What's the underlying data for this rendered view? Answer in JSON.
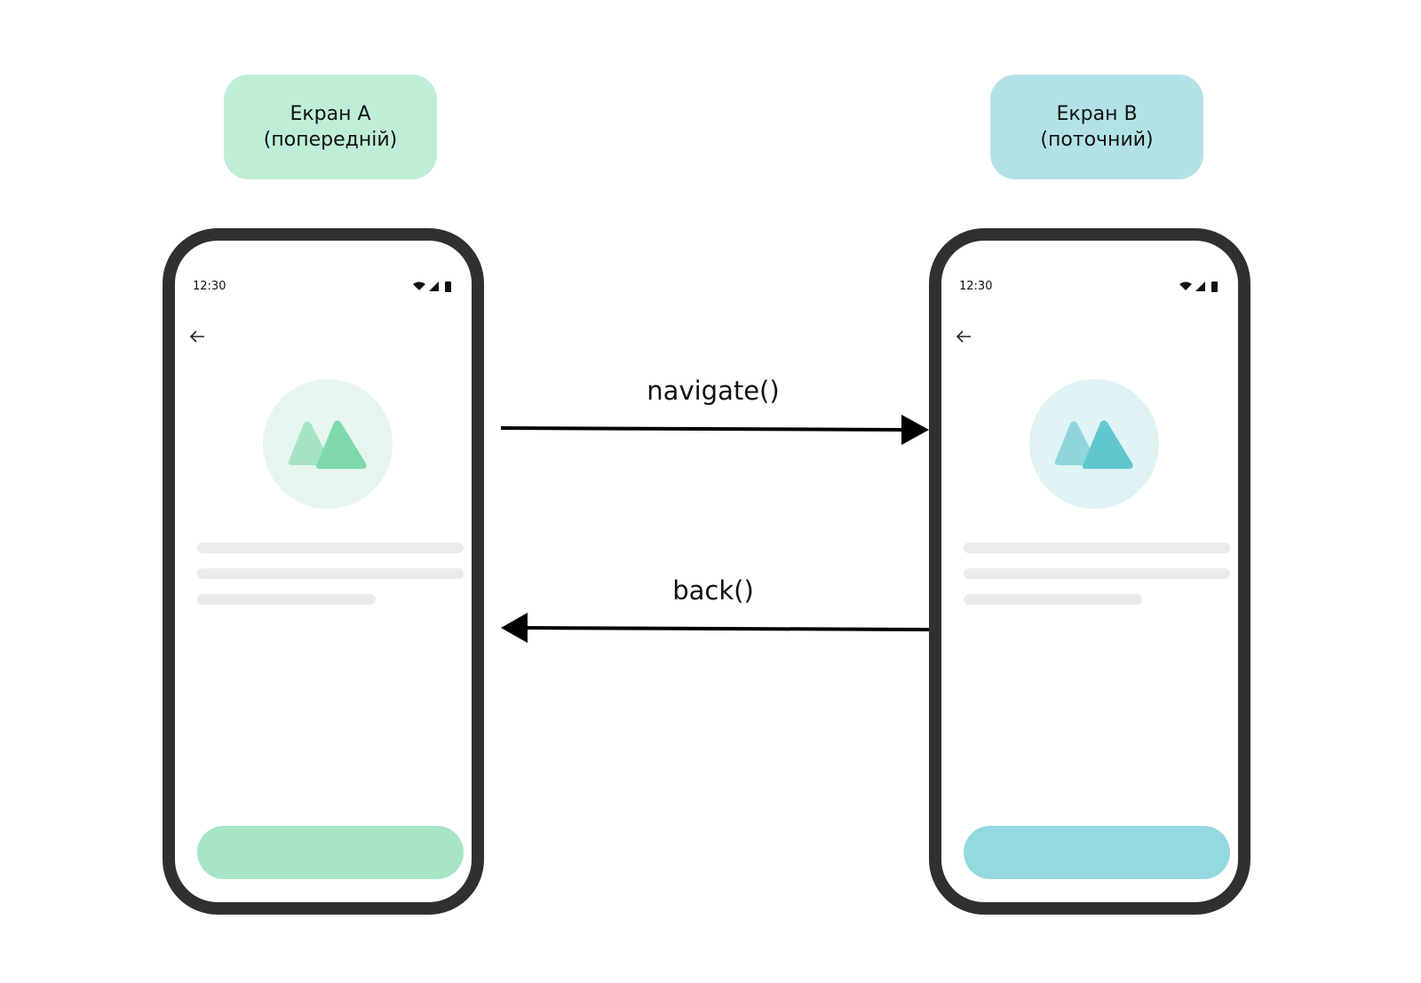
{
  "screen_a": {
    "title": "Екран A",
    "subtitle": "(попередній)",
    "status_time": "12:30",
    "label_color": "#bfeed7",
    "circle_color": "#e6f6ee",
    "icon_back_color": "#a6e3c4",
    "icon_front_color": "#7fd9ab",
    "button_color": "#a6e6c6"
  },
  "screen_b": {
    "title": "Екран B",
    "subtitle": "(поточний)",
    "status_time": "12:30",
    "label_color": "#b3e2e6",
    "circle_color": "#e0f3f5",
    "icon_back_color": "#8fd6dc",
    "icon_front_color": "#60c7d0",
    "button_color": "#94d9df"
  },
  "edges": {
    "navigate_label": "navigate()",
    "back_label": "back()"
  }
}
